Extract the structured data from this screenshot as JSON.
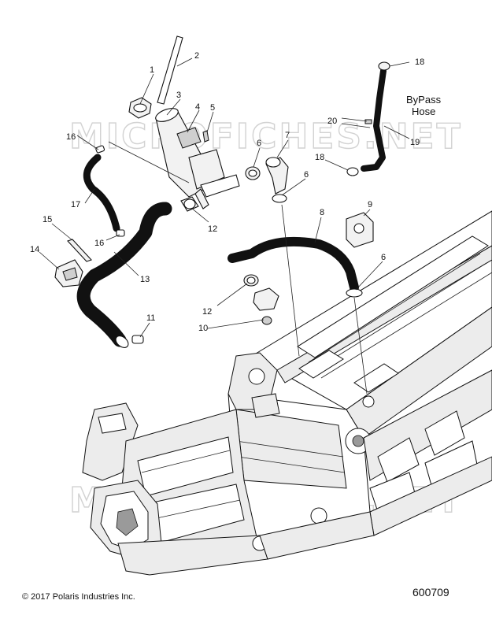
{
  "watermark": "MICROFICHES.NET",
  "note": {
    "line1": "ByPass",
    "line2": "Hose"
  },
  "callouts": [
    {
      "id": "c2",
      "label": "2"
    },
    {
      "id": "c1",
      "label": "1"
    },
    {
      "id": "c3",
      "label": "3"
    },
    {
      "id": "c4",
      "label": "4"
    },
    {
      "id": "c5",
      "label": "5"
    },
    {
      "id": "c16a",
      "label": "16"
    },
    {
      "id": "c17",
      "label": "17"
    },
    {
      "id": "c6a",
      "label": "6"
    },
    {
      "id": "c7",
      "label": "7"
    },
    {
      "id": "c6b",
      "label": "6"
    },
    {
      "id": "c12a",
      "label": "12"
    },
    {
      "id": "c15",
      "label": "15"
    },
    {
      "id": "c16b",
      "label": "16"
    },
    {
      "id": "c14",
      "label": "14"
    },
    {
      "id": "c13",
      "label": "13"
    },
    {
      "id": "c8",
      "label": "8"
    },
    {
      "id": "c9",
      "label": "9"
    },
    {
      "id": "c6c",
      "label": "6"
    },
    {
      "id": "c12b",
      "label": "12"
    },
    {
      "id": "c10",
      "label": "10"
    },
    {
      "id": "c11",
      "label": "11"
    },
    {
      "id": "c18a",
      "label": "18"
    },
    {
      "id": "c20",
      "label": "20"
    },
    {
      "id": "c19",
      "label": "19"
    },
    {
      "id": "c18b",
      "label": "18"
    }
  ],
  "footer": {
    "copyright_symbol": "©",
    "copyright": "2017 Polaris Industries Inc.",
    "diagram_id": "600709"
  }
}
